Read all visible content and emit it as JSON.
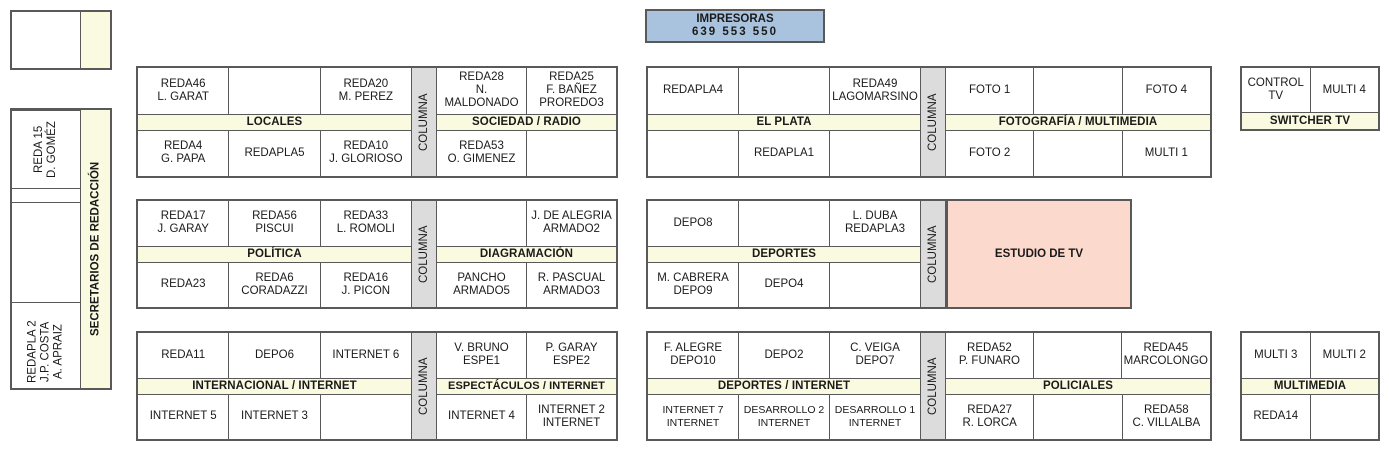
{
  "printers": {
    "title": "IMPRESORAS",
    "numbers": "639  553  550"
  },
  "left_column": {
    "top_box": {
      "white_label": "",
      "yellow_label": ""
    },
    "tall_box": {
      "side_label": "SECRETARIOS DE REDACCIÓN",
      "cells": [
        {
          "text": "REDA 15\nD. GOMÉZ"
        },
        {
          "text": ""
        },
        {
          "text": ""
        },
        {
          "text": ""
        },
        {
          "text": "REDAPLA 2\nJ.P. COSTA\nA. APRAIZ"
        }
      ]
    }
  },
  "groups": [
    {
      "name": "row-1",
      "blocks": [
        {
          "id": "locales-sociedad",
          "left_label": "LOCALES",
          "right_label": "SOCIEDAD / RADIO",
          "divider_label": "COLUMNA",
          "left_top": [
            "REDA46\nL. GARAT",
            "",
            "REDA20\nM. PEREZ"
          ],
          "left_bottom": [
            "REDA4\nG. PAPA",
            "REDAPLA5",
            "REDA10\nJ. GLORIOSO"
          ],
          "right_top": [
            "REDA28\nN. MALDONADO",
            "REDA25\nF. BAÑEZ\nPROREDO3"
          ],
          "right_bottom": [
            "REDA53\nO. GIMENEZ",
            ""
          ]
        },
        {
          "id": "elplata-fotografia",
          "left_label": "EL PLATA",
          "right_label": "FOTOGRAFÍA / MULTIMEDIA",
          "divider_label": "COLUMNA",
          "left_top": [
            "REDAPLA4",
            "",
            "REDA49\nLAGOMARSINO"
          ],
          "left_bottom": [
            "",
            "REDAPLA1",
            ""
          ],
          "right_top": [
            "FOTO 1",
            "",
            "FOTO 4"
          ],
          "right_bottom": [
            "FOTO 2",
            "",
            "MULTI 1"
          ]
        },
        {
          "id": "switcher-tv",
          "label": "SWITCHER TV",
          "top": [
            "CONTROL TV",
            "MULTI 4"
          ]
        }
      ]
    },
    {
      "name": "row-2",
      "blocks": [
        {
          "id": "politica-diagramacion",
          "left_label": "POLÍTICA",
          "right_label": "DIAGRAMACIÓN",
          "divider_label": "COLUMNA",
          "left_top": [
            "REDA17\nJ. GARAY",
            "REDA56\nPISCUI",
            "REDA33\nL. ROMOLI"
          ],
          "left_bottom": [
            "REDA23",
            "REDA6\nCORADAZZI",
            "REDA16\nJ. PICON"
          ],
          "right_top": [
            "",
            "J. DE ALEGRIA\nARMADO2"
          ],
          "right_bottom": [
            "PANCHO\nARMADO5",
            "R. PASCUAL\nARMADO3"
          ]
        },
        {
          "id": "deportes-estudio",
          "left_label": "DEPORTES",
          "divider_label": "COLUMNA",
          "estudio_label": "ESTUDIO DE TV",
          "left_top": [
            "DEPO8",
            "",
            "L. DUBA\nREDAPLA3"
          ],
          "left_bottom": [
            "M. CABRERA\nDEPO9",
            "DEPO4",
            ""
          ]
        }
      ]
    },
    {
      "name": "row-3",
      "blocks": [
        {
          "id": "internacional-espectaculos",
          "left_label": "INTERNACIONAL / INTERNET",
          "right_label": "ESPECTÁCULOS / INTERNET",
          "divider_label": "COLUMNA",
          "left_top": [
            "REDA11",
            "DEPO6",
            "INTERNET 6"
          ],
          "left_bottom": [
            "INTERNET 5",
            "INTERNET 3",
            ""
          ],
          "right_top": [
            "V. BRUNO\nESPE1",
            "P. GARAY\nESPE2"
          ],
          "right_bottom": [
            "INTERNET 4",
            "INTERNET 2\nINTERNET"
          ]
        },
        {
          "id": "deportes-policiales",
          "left_label": "DEPORTES / INTERNET",
          "right_label": "POLICIALES",
          "divider_label": "COLUMNA",
          "left_top": [
            "F. ALEGRE\nDEPO10",
            "DEPO2",
            "C. VEIGA\nDEPO7"
          ],
          "left_bottom": [
            "INTERNET 7\nINTERNET",
            "DESARROLLO 2\nINTERNET",
            "DESARROLLO 1\nINTERNET"
          ],
          "right_top": [
            "REDA52\nP. FUNARO",
            "",
            "REDA45\nMARCOLONGO"
          ],
          "right_bottom": [
            "REDA27\nR. LORCA",
            "",
            "REDA58\nC. VILLALBA"
          ]
        },
        {
          "id": "multimedia",
          "label": "MULTIMEDIA",
          "top": [
            "MULTI 3",
            "MULTI 2"
          ],
          "bottom": [
            "REDA14",
            ""
          ]
        }
      ]
    }
  ],
  "colors": {
    "label_yellow": "#fafae1",
    "columna_gray": "#dcdcdc",
    "estudio_pink": "#fcd9cd",
    "printers_blue": "#a9c2dd",
    "border": "#595959"
  }
}
